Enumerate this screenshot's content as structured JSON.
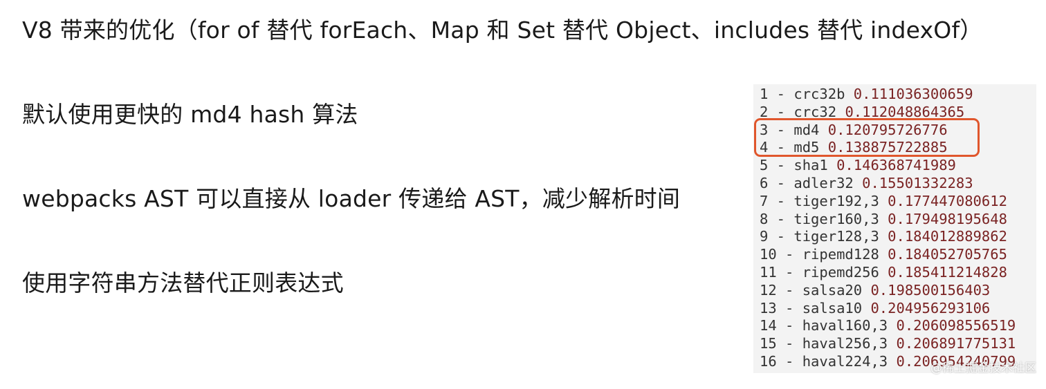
{
  "slide": {
    "lines": [
      "V8 带来的优化（for of 替代 forEach、Map 和 Set 替代 Object、includes 替代 indexOf）",
      "默认使用更快的 md4 hash 算法",
      "webpacks AST 可以直接从 loader 传递给 AST，减少解析时间",
      "使用字符串方法替代正则表达式"
    ]
  },
  "benchmark": {
    "rows": [
      {
        "index": "1",
        "algo": "crc32b",
        "time": "0.111036300659"
      },
      {
        "index": "2",
        "algo": "crc32",
        "time": "0.112048864365"
      },
      {
        "index": "3",
        "algo": "md4",
        "time": "0.120795726776"
      },
      {
        "index": "4",
        "algo": "md5",
        "time": "0.138875722885"
      },
      {
        "index": "5",
        "algo": "sha1",
        "time": "0.146368741989"
      },
      {
        "index": "6",
        "algo": "adler32",
        "time": "0.15501332283"
      },
      {
        "index": "7",
        "algo": "tiger192,3",
        "time": "0.177447080612"
      },
      {
        "index": "8",
        "algo": "tiger160,3",
        "time": "0.179498195648"
      },
      {
        "index": "9",
        "algo": "tiger128,3",
        "time": "0.184012889862"
      },
      {
        "index": "10",
        "algo": "ripemd128",
        "time": "0.184052705765"
      },
      {
        "index": "11",
        "algo": "ripemd256",
        "time": "0.185411214828"
      },
      {
        "index": "12",
        "algo": "salsa20",
        "time": "0.198500156403"
      },
      {
        "index": "13",
        "algo": "salsa10",
        "time": "0.204956293106"
      },
      {
        "index": "14",
        "algo": "haval160,3",
        "time": "0.206098556519"
      },
      {
        "index": "15",
        "algo": "haval256,3",
        "time": "0.206891775131"
      },
      {
        "index": "16",
        "algo": "haval224,3",
        "time": "0.206954240799"
      }
    ]
  },
  "watermark": "@稀土掘金技术社区",
  "colors": {
    "highlight": "#e0562c",
    "value_text": "#7a2323",
    "panel_background": "#f3f3f3"
  }
}
